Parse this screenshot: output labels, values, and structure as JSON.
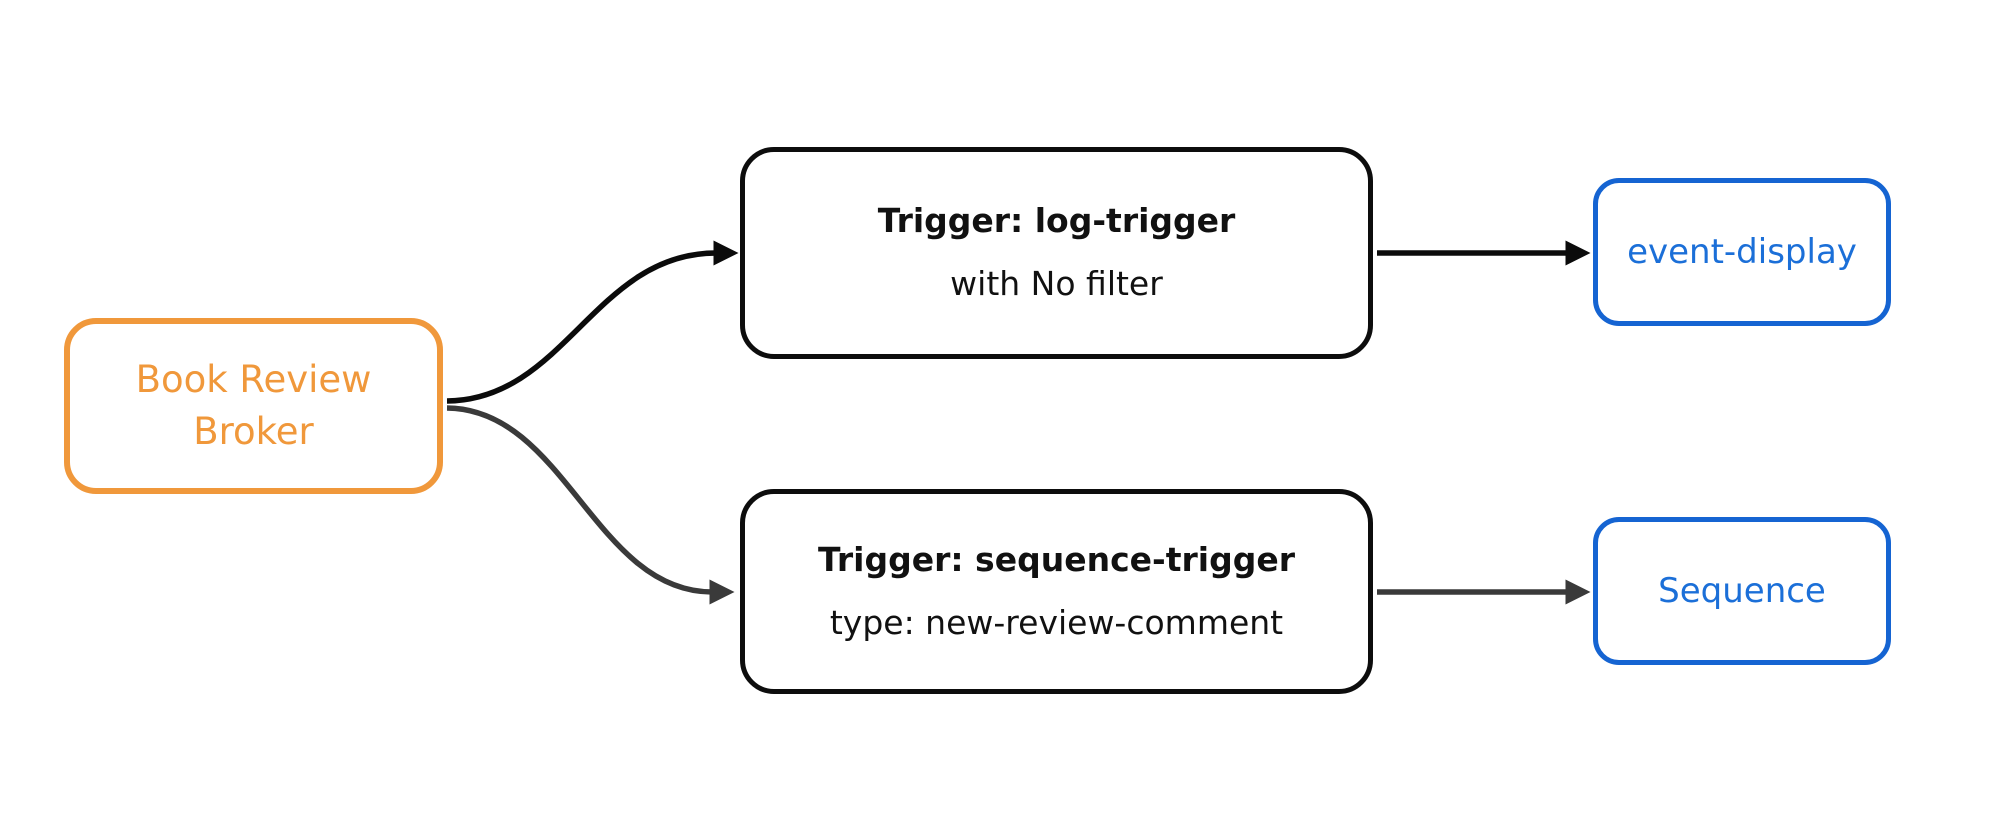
{
  "theme": {
    "orange": "#F0983B",
    "blue_border": "#1564D2",
    "blue_text": "#1B6FD8",
    "node_black": "#0d0d0d",
    "edge_black": "#0b0b0b",
    "edge_gray": "#3a3a3a",
    "canvas_bg": "#ffffff"
  },
  "diagram": {
    "nodes": {
      "broker": {
        "label": "Book Review Broker"
      },
      "log_trigger": {
        "title": "Trigger: log-trigger",
        "subtitle": "with No filter"
      },
      "sequence_trigger": {
        "title": "Trigger: sequence-trigger",
        "subtitle": "type: new-review-comment"
      },
      "event_display": {
        "label": "event-display"
      },
      "sequence": {
        "label": "Sequence"
      }
    },
    "edges": [
      {
        "from": "broker",
        "to": "log_trigger",
        "color": "#0b0b0b"
      },
      {
        "from": "broker",
        "to": "sequence_trigger",
        "color": "#3a3a3a"
      },
      {
        "from": "log_trigger",
        "to": "event_display",
        "color": "#0b0b0b"
      },
      {
        "from": "sequence_trigger",
        "to": "sequence",
        "color": "#3a3a3a"
      }
    ]
  }
}
